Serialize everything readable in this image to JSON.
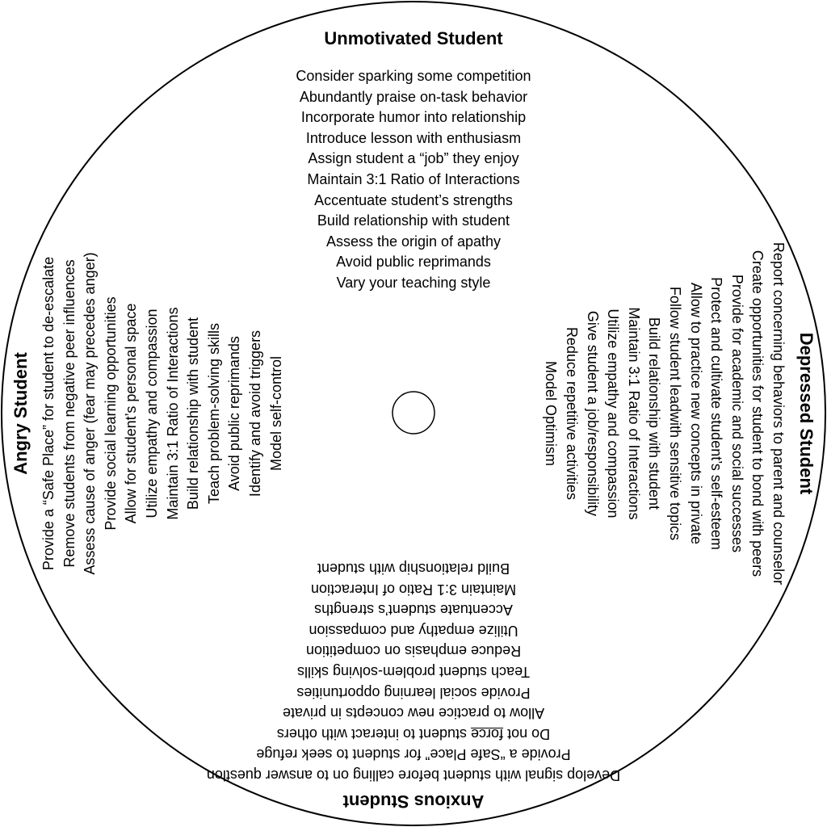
{
  "unmotivated": {
    "title": "Unmotivated Student",
    "items": [
      "Consider sparking some competition",
      "Abundantly praise on-task behavior",
      "Incorporate humor into relationship",
      "Introduce lesson with enthusiasm",
      "Assign student a “job” they enjoy",
      "Maintain 3:1 Ratio of Interactions",
      "Accentuate student’s strengths",
      "Build relationship with student",
      "Assess the origin of apathy",
      "Avoid public reprimands",
      "Vary your teaching style"
    ]
  },
  "depressed": {
    "title": "Depressed Student",
    "items": [
      "Report concerning behaviors to parent and counselor",
      "Create opportunities for student to bond with peers",
      "Provide for academic and social successes",
      "Protect and cultivate student’s self-esteem",
      "Allow to practice new concepts in private",
      "Follow student leadwith sensitive topics",
      "Build relationship with student",
      "Maintain 3:1 Ratio of Interactions",
      "Utilize empathy and compassion",
      "Give student a job/responsibility",
      "Reduce repetitive activities",
      "Model Optimism"
    ]
  },
  "anxious": {
    "title": "Anxious Student",
    "items": [
      "Develop signal with student before calling on to answer question",
      "Provide a “Safe Place” for student to seek refuge",
      "Allow to practice new concepts in private",
      "Provide social learning opportunities",
      "Teach student problem-solving skills",
      "Reduce emphasis on competition",
      "Utilize empathy and compassion",
      "Accentuate student’s strengths",
      "Maintain 3:1 Ratio of Interaction",
      "Build relationship with student"
    ],
    "force_prefix": "Do not ",
    "force_word": "force",
    "force_suffix": " student to interact with others"
  },
  "angry": {
    "title": "Angry Student",
    "items": [
      "Provide a “Safe Place” for student to de-escalate",
      "Remove students from negative peer influences",
      "Assess cause of anger (fear may  precedes anger)",
      "Provide social learning opportunities",
      "Allow for student’s personal space",
      "Utilize empathy and compassion",
      "Maintain 3:1 Ratio of Interactions",
      "Build relationship with student",
      "Teach problem-solving skills",
      "Avoid public reprimands",
      "Identify and avoid triggers",
      "Model self-control"
    ]
  }
}
